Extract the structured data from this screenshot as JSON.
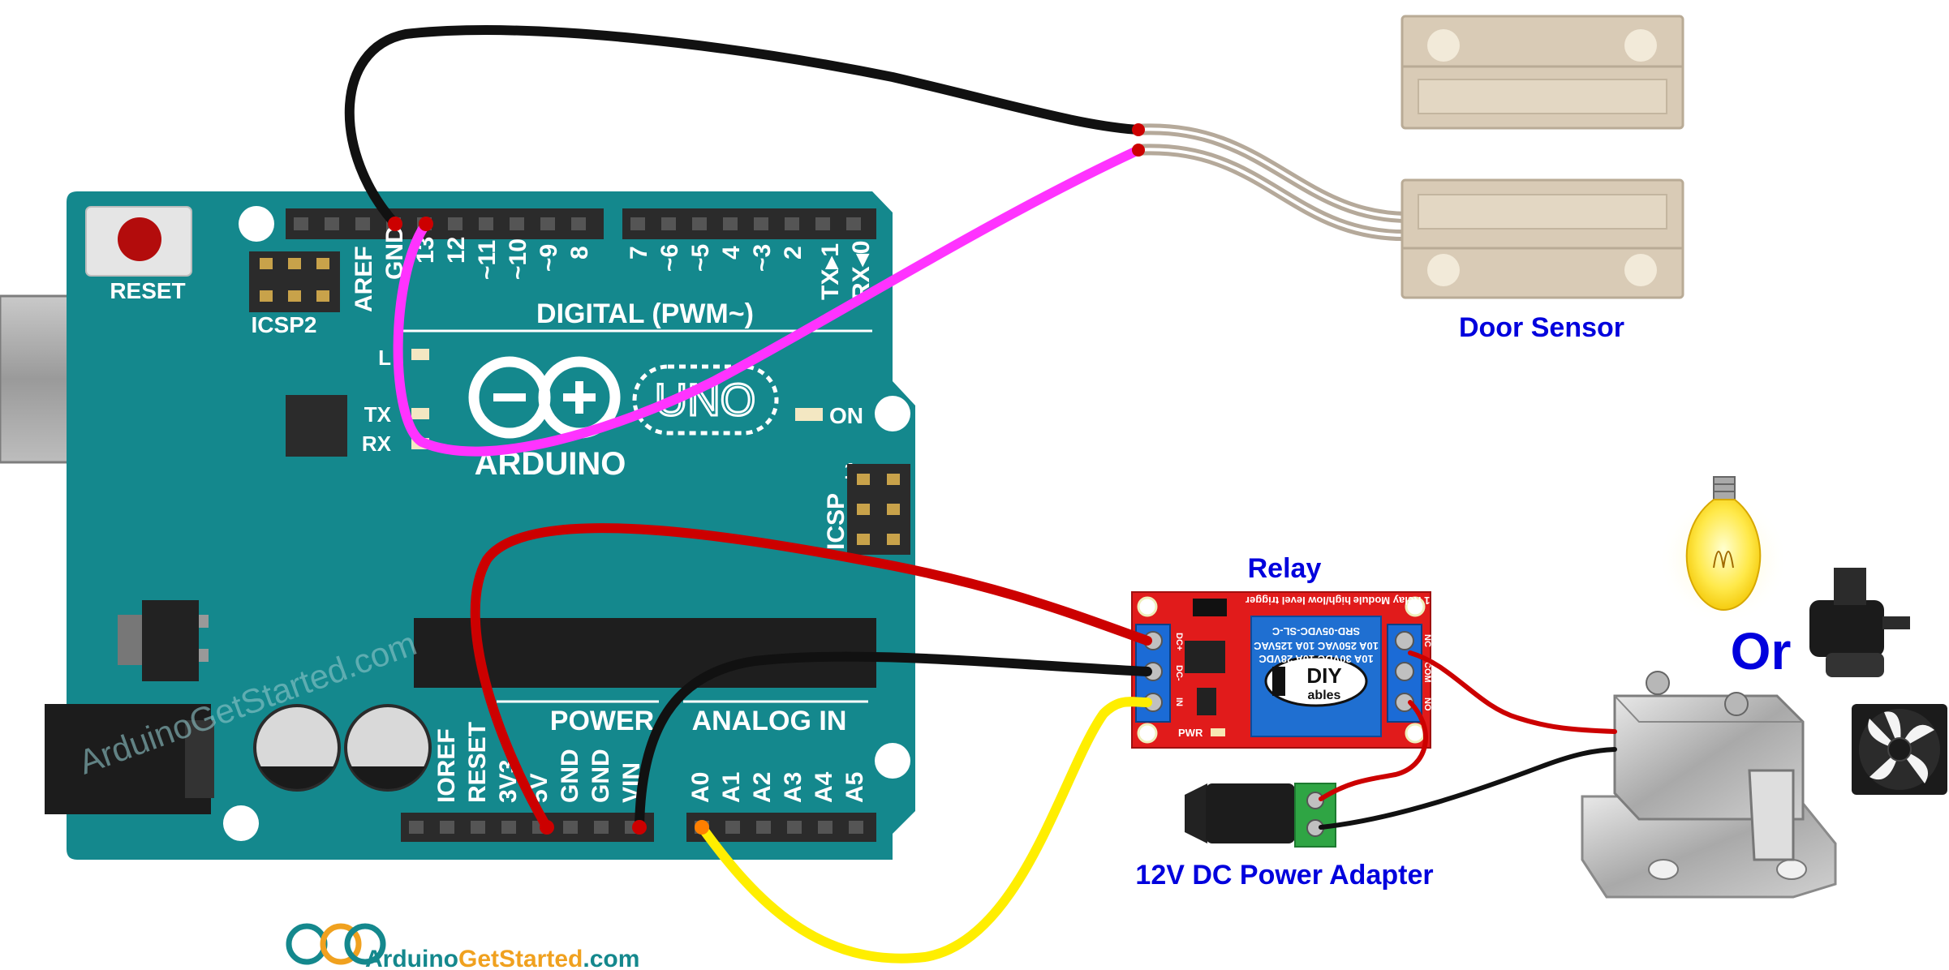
{
  "labels": {
    "door_sensor": "Door Sensor",
    "relay": "Relay",
    "power_adapter": "12V DC Power Adapter",
    "or": "Or"
  },
  "board": {
    "reset": "RESET",
    "icsp2": "ICSP2",
    "aref": "AREF",
    "gnd_top": "GND",
    "pin13": "13",
    "pin12": "12",
    "pin11": "~11",
    "pin10": "~10",
    "pin9": "~9",
    "pin8": "8",
    "pin7": "7",
    "pin6": "~6",
    "pin5": "~5",
    "pin4": "4",
    "pin3": "~3",
    "pin2": "2",
    "tx1": "TX▸1",
    "rx0": "RX◂0",
    "digital": "DIGITAL (PWM~)",
    "led_l": "L",
    "led_tx": "TX",
    "led_rx": "RX",
    "on": "ON",
    "brand": "ARDUINO",
    "model": "UNO",
    "icsp_1": "1",
    "icsp": "ICSP",
    "power": "POWER",
    "analog_in": "ANALOG IN",
    "ioref": "IOREF",
    "reset_pin": "RESET",
    "v33": "3V3",
    "v5": "5V",
    "gnd1": "GND",
    "gnd2": "GND",
    "vin": "VIN",
    "a0": "A0",
    "a1": "A1",
    "a2": "A2",
    "a3": "A3",
    "a4": "A4",
    "a5": "A5"
  },
  "relay_module": {
    "part": "SRD-05VDC-SL-C",
    "rating1": "10A 250VAC 10A 125VAC",
    "rating2": "10A 30VDC 10A 28VDC",
    "brand": "DIY",
    "brand_sub": "ables",
    "trigger": "high/low level trigger",
    "title": "1 Relay Module",
    "dc_plus": "DC+",
    "dc_minus": "DC-",
    "in": "IN",
    "nc": "NC",
    "com": "COM",
    "no": "NO",
    "pwr": "PWR"
  },
  "watermark": "ArduinoGetStarted.com",
  "logo": {
    "part1": "Arduino",
    "part2": "GetStarted",
    "part3": ".com"
  },
  "colors": {
    "board": "#14888d",
    "label_blue": "#0000dd",
    "wire_black": "#111111",
    "wire_magenta": "#ff33ff",
    "wire_red": "#cc0000",
    "wire_yellow": "#ffee00",
    "relay_pcb": "#e11b1b",
    "relay_body": "#1f6fd1"
  }
}
